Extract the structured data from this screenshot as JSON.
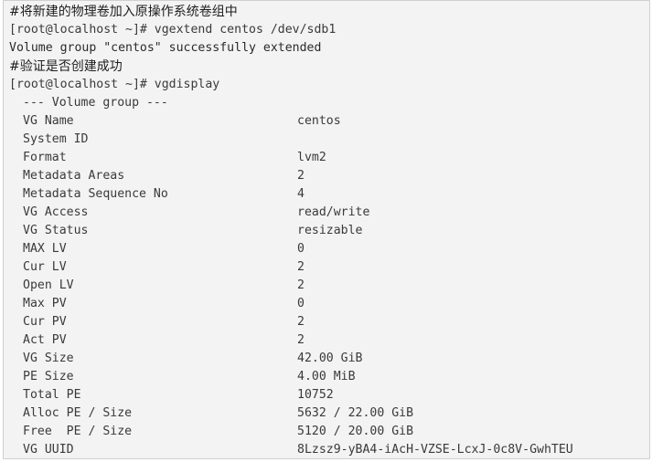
{
  "terminal": {
    "lines_top": [
      {
        "kind": "comment",
        "text": "#将新建的物理卷加入原操作系统卷组中"
      },
      {
        "kind": "command",
        "text": "[root@localhost ~]# vgextend centos /dev/sdb1"
      },
      {
        "kind": "output",
        "text": "Volume group \"centos\" successfully extended"
      },
      {
        "kind": "comment",
        "text": "#验证是否创建成功"
      },
      {
        "kind": "command",
        "text": "[root@localhost ~]# vgdisplay"
      }
    ],
    "section_header": "--- Volume group ---",
    "fields": [
      {
        "key": "VG Name",
        "value": "centos"
      },
      {
        "key": "System ID",
        "value": ""
      },
      {
        "key": "Format",
        "value": "lvm2"
      },
      {
        "key": "Metadata Areas",
        "value": "2"
      },
      {
        "key": "Metadata Sequence No",
        "value": "4"
      },
      {
        "key": "VG Access",
        "value": "read/write"
      },
      {
        "key": "VG Status",
        "value": "resizable"
      },
      {
        "key": "MAX LV",
        "value": "0"
      },
      {
        "key": "Cur LV",
        "value": "2"
      },
      {
        "key": "Open LV",
        "value": "2"
      },
      {
        "key": "Max PV",
        "value": "0"
      },
      {
        "key": "Cur PV",
        "value": "2"
      },
      {
        "key": "Act PV",
        "value": "2"
      },
      {
        "key": "VG Size",
        "value": "42.00 GiB"
      },
      {
        "key": "PE Size",
        "value": "4.00 MiB"
      },
      {
        "key": "Total PE",
        "value": "10752"
      },
      {
        "key": "Alloc PE / Size",
        "value": "5632 / 22.00 GiB"
      },
      {
        "key": "Free  PE / Size",
        "value": "5120 / 20.00 GiB"
      },
      {
        "key": "VG UUID",
        "value": "8Lzsz9-yBA4-iAcH-VZSE-LcxJ-0c8V-GwhTEU"
      }
    ]
  }
}
